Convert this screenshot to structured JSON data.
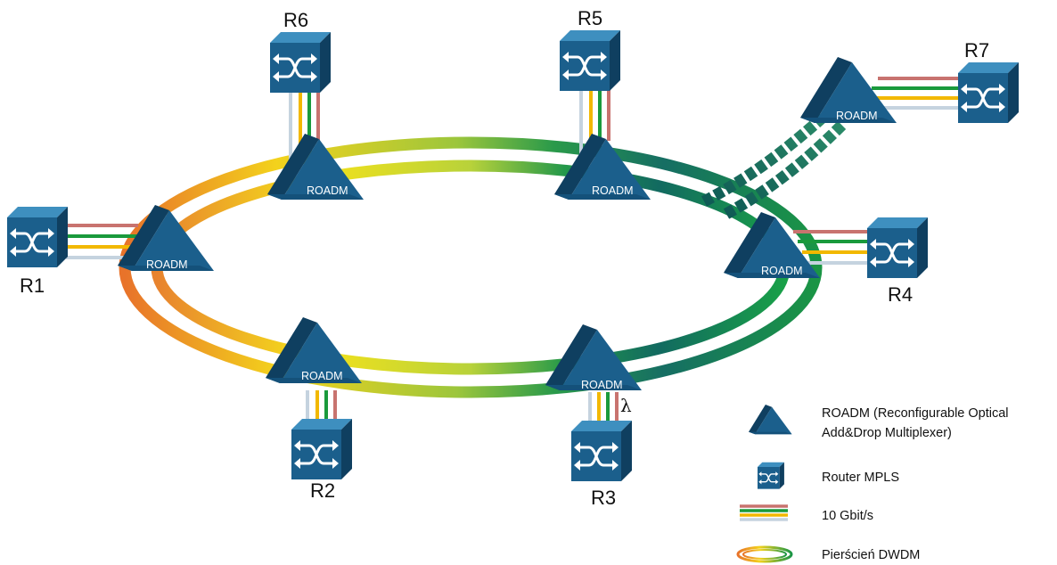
{
  "routers": {
    "r1": "R1",
    "r2": "R2",
    "r3": "R3",
    "r4": "R4",
    "r5": "R5",
    "r6": "R6",
    "r7": "R7"
  },
  "roadm_label": "ROADM",
  "lambda_label": "λ",
  "legend": {
    "roadm_line1": "ROADM (Reconfigurable Optical",
    "roadm_line2": "Add&Drop Multiplexer)",
    "router": "Router MPLS",
    "link": "10 Gbit/s",
    "ring": "Pierścień DWDM"
  },
  "colors": {
    "device_blue": "#1b5f8c",
    "device_dark": "#0f3f60",
    "wave_red": "#c8736f",
    "wave_green": "#1a9a3c",
    "wave_yellow": "#f2b800",
    "wave_gray": "#c5d3df"
  }
}
